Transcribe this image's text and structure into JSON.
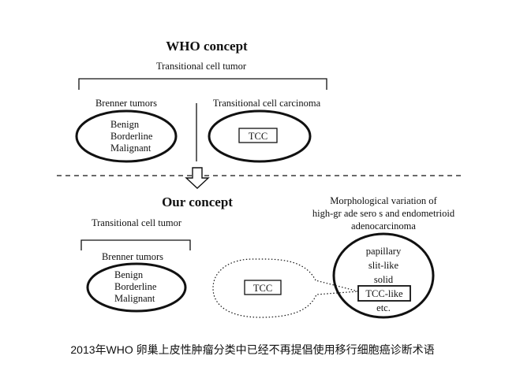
{
  "who": {
    "title": "WHO concept",
    "subtitle": "Transitional cell tumor",
    "left_label": "Brenner tumors",
    "right_label": "Transitional cell carcinoma",
    "ellipse_items": [
      "Benign",
      "Borderline",
      "Malignant"
    ],
    "tcc_box": "TCC"
  },
  "ours": {
    "title": "Our concept",
    "subtitle": "Transitional cell tumor",
    "left_label": "Brenner tumors",
    "ellipse_items": [
      "Benign",
      "Borderline",
      "Malignant"
    ],
    "tcc_box": "TCC",
    "morph_title_lines": [
      "Morphological variation of",
      "high-gr ade sero  s and endometrioid",
      "adenocarcinoma"
    ],
    "morph_items": [
      "papillary",
      "slit-like",
      "solid",
      "TCC-like",
      "etc."
    ]
  },
  "caption": "2013年WHO 卵巢上皮性肿瘤分类中已经不再提倡使用移行细胞癌诊断术语"
}
